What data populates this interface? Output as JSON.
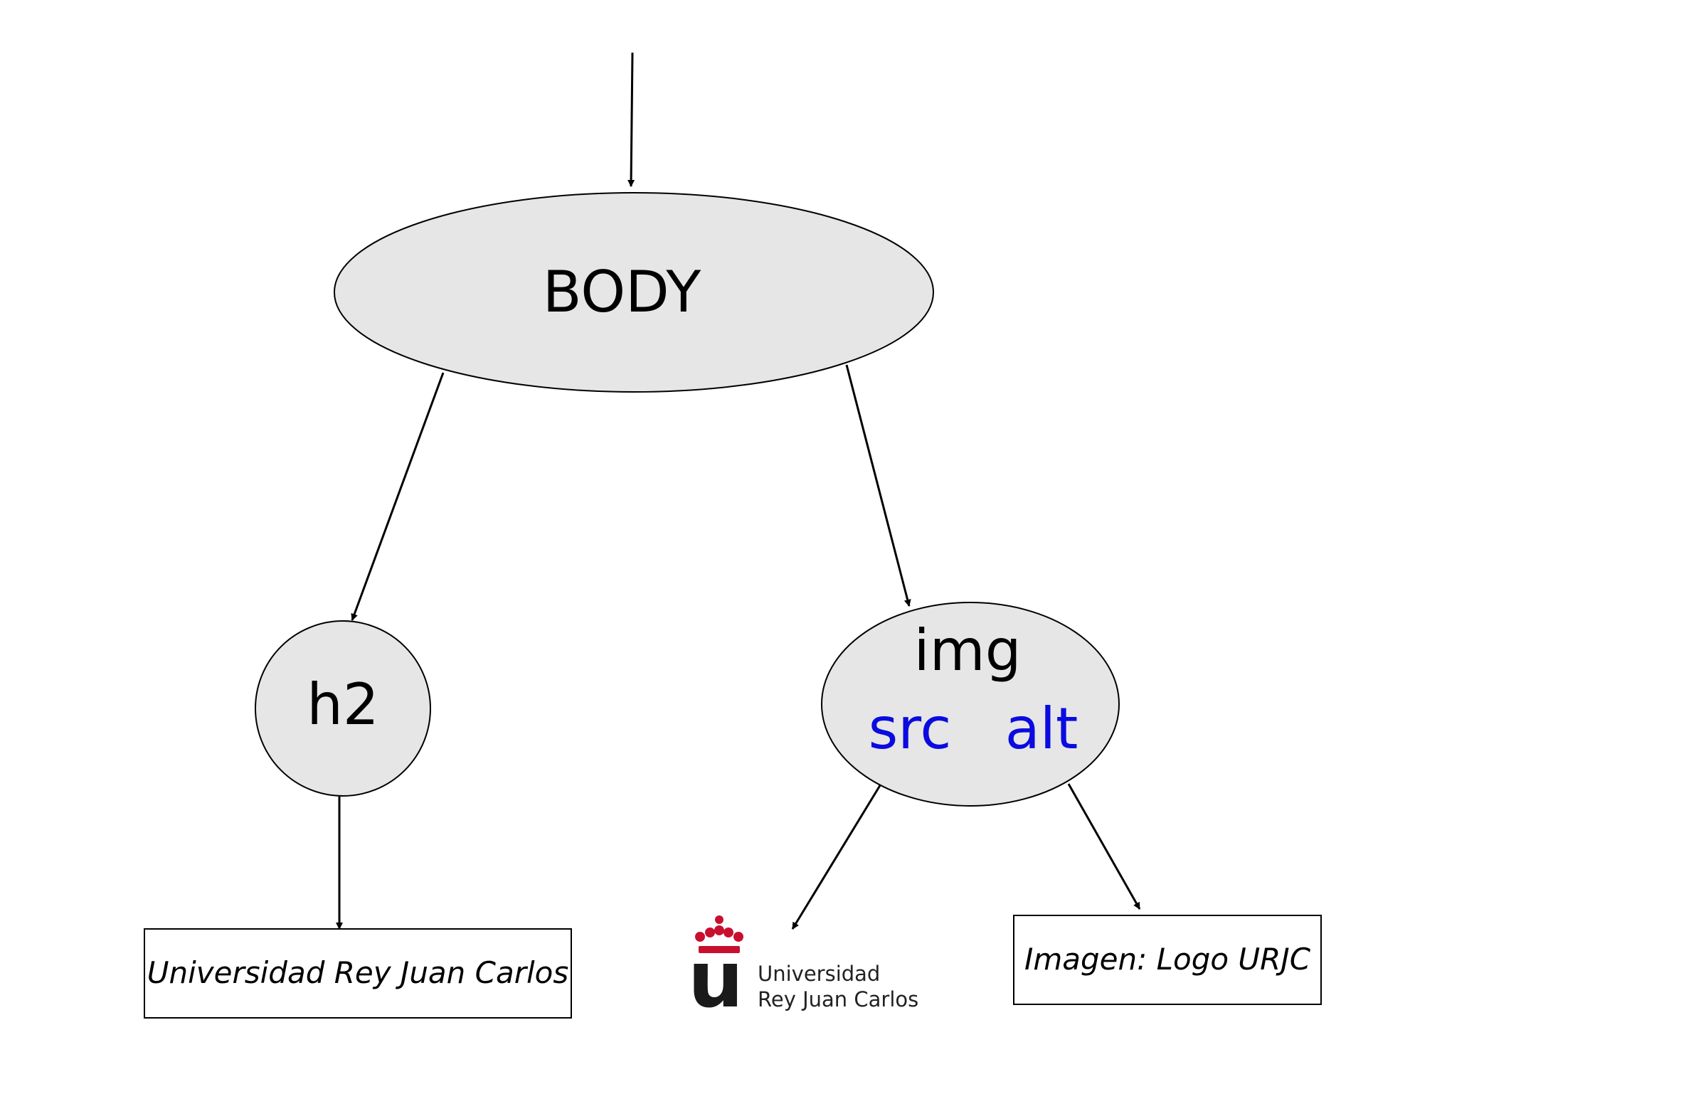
{
  "nodes": {
    "body": {
      "label": "BODY"
    },
    "h2": {
      "label": "h2"
    },
    "img": {
      "label": "img",
      "attr_src": "src",
      "attr_alt": "alt"
    }
  },
  "leaves": {
    "h2_text": "Universidad Rey Juan Carlos",
    "alt_text": "Imagen: Logo URJC"
  },
  "logo": {
    "letter": "u",
    "line1": "Universidad",
    "line2": "Rey Juan Carlos"
  },
  "colors": {
    "node_fill": "#e6e6e6",
    "attr": "#0b0be0",
    "logo_red": "#c8102e",
    "stroke": "#000000"
  }
}
